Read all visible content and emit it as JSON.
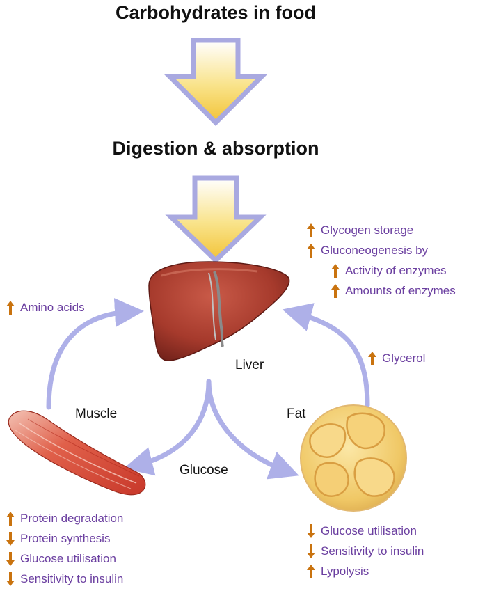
{
  "title": "Carbohydrates in food",
  "subtitle": "Digestion & absorption",
  "organs": {
    "liver": "Liver",
    "muscle": "Muscle",
    "fat": "Fat",
    "glucose": "Glucose"
  },
  "liver_effects": [
    {
      "text": "Glycogen storage",
      "direction": "up"
    },
    {
      "text": "Gluconeogenesis by",
      "direction": "up"
    },
    {
      "text": "Activity of enzymes",
      "direction": "up"
    },
    {
      "text": "Amounts of enzymes",
      "direction": "up"
    }
  ],
  "amino": {
    "text": "Amino acids",
    "direction": "up"
  },
  "glycerol": {
    "text": "Glycerol",
    "direction": "up"
  },
  "muscle_effects": [
    {
      "text": "Protein degradation",
      "direction": "up"
    },
    {
      "text": "Protein synthesis",
      "direction": "down"
    },
    {
      "text": "Glucose utilisation",
      "direction": "down"
    },
    {
      "text": "Sensitivity to insulin",
      "direction": "down"
    }
  ],
  "fat_effects": [
    {
      "text": "Glucose utilisation",
      "direction": "down"
    },
    {
      "text": "Sensitivity to insulin",
      "direction": "down"
    },
    {
      "text": "Lypolysis",
      "direction": "up"
    }
  ],
  "colors": {
    "effect_text": "#6b3fa0",
    "trend_arrow": "#c9730f",
    "flow_arrow": "#aeb0e8",
    "block_arrow_fill": "#f5d24a"
  },
  "icons": {
    "up": "up-arrow-icon",
    "down": "down-arrow-icon"
  }
}
